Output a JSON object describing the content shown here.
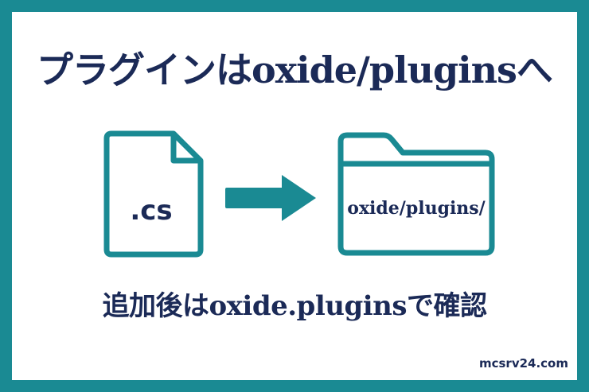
{
  "title": "プラグインはoxide/pluginsへ",
  "file_icon": {
    "label": ".cs"
  },
  "folder_icon": {
    "label": "oxide/plugins/"
  },
  "subtitle": "追加後はoxide.pluginsで確認",
  "site": "mcsrv24.com",
  "colors": {
    "accent": "#1a8a93",
    "text": "#1b2a57",
    "background": "#ffffff"
  }
}
